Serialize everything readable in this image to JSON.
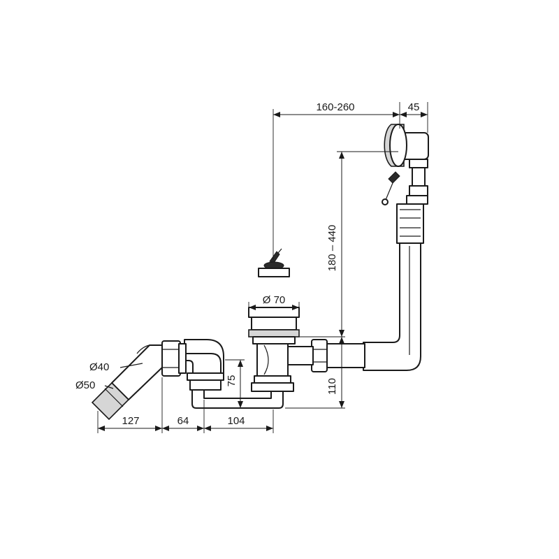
{
  "dimensions": {
    "overflow_range": "160-260",
    "overflow_offset": "45",
    "height_range": "180 – 440",
    "waste_diameter": "Ø 70",
    "outlet_inner_diameter": "Ø40",
    "outlet_outer_diameter": "Ø50",
    "outlet_length": "127",
    "elbow_length": "64",
    "trap_length": "104",
    "trap_depth": "75",
    "trap_height": "110"
  },
  "colors": {
    "line": "#1a1a1a",
    "background": "#ffffff",
    "shading": "#d6d6d6"
  }
}
